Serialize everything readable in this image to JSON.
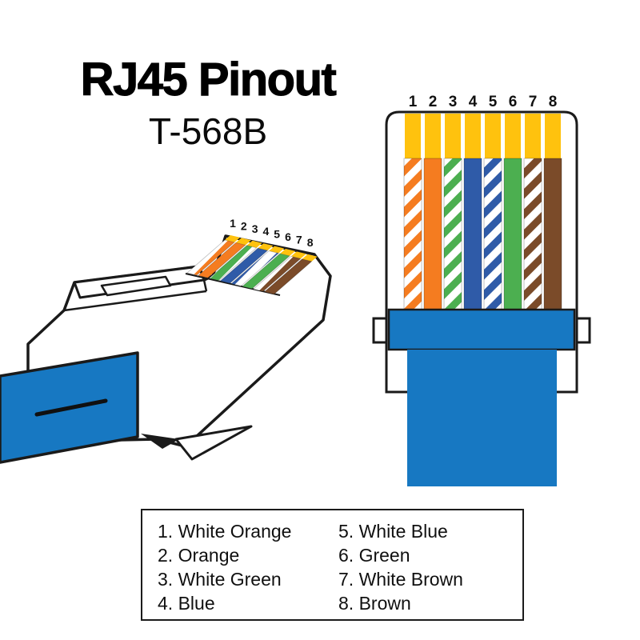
{
  "title": "RJ45 Pinout",
  "subtitle": "T-568B",
  "pins": [
    {
      "num": 1,
      "label": "White Orange",
      "colorKey": "orange",
      "striped": true
    },
    {
      "num": 2,
      "label": "Orange",
      "colorKey": "orange",
      "striped": false
    },
    {
      "num": 3,
      "label": "White Green",
      "colorKey": "green",
      "striped": true
    },
    {
      "num": 4,
      "label": "Blue",
      "colorKey": "blue",
      "striped": false
    },
    {
      "num": 5,
      "label": "White Blue",
      "colorKey": "blue",
      "striped": true
    },
    {
      "num": 6,
      "label": "Green",
      "colorKey": "green",
      "striped": false
    },
    {
      "num": 7,
      "label": "White Brown",
      "colorKey": "brown",
      "striped": true
    },
    {
      "num": 8,
      "label": "Brown",
      "colorKey": "brown",
      "striped": false
    }
  ],
  "colors": {
    "orange": "#F57C20",
    "green": "#4CAF50",
    "blue": "#2F5BA8",
    "brown": "#7B4B29",
    "gold": "#FFC20E",
    "cable": "#1778C2",
    "outline": "#1A1A1A"
  },
  "legend": {
    "columns": [
      [
        "1. White Orange",
        "2. Orange",
        "3. White Green",
        "4. Blue"
      ],
      [
        "5. White Blue",
        "6. Green",
        "7. White Brown",
        "8. Brown"
      ]
    ]
  }
}
